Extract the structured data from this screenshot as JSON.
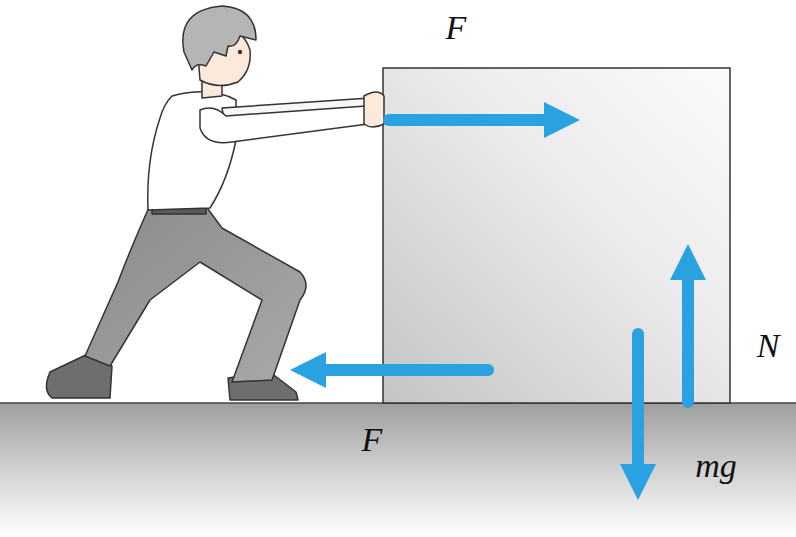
{
  "diagram": {
    "labels": [
      "F",
      "F",
      "N",
      "mg"
    ]
  }
}
